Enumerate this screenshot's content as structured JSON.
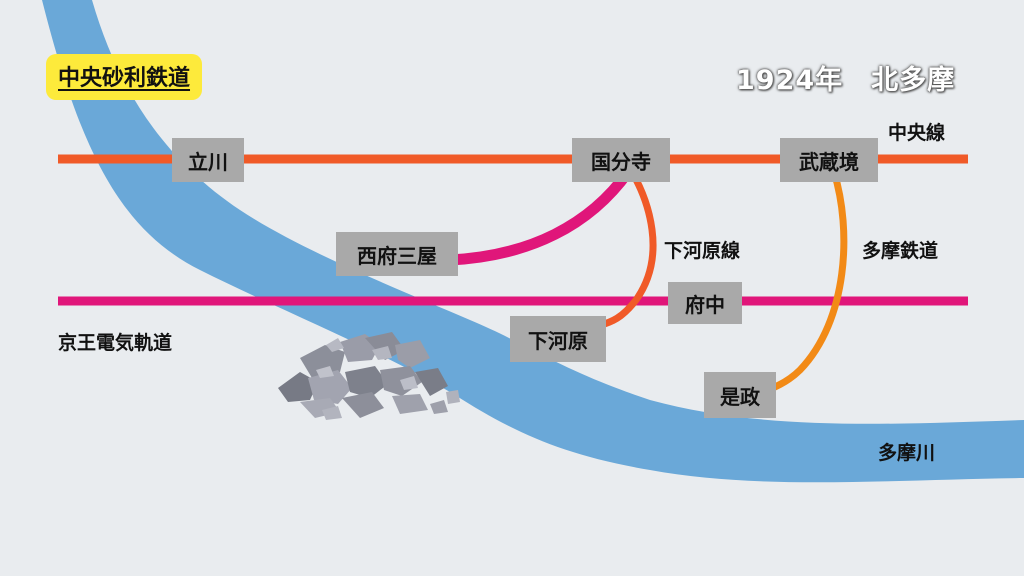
{
  "title": "中央砂利鉄道",
  "year_caption": "1924年　北多摩",
  "colors": {
    "background": "#e9ecef",
    "river": "#6aa8d8",
    "chuo_line": "#f05a28",
    "keio_line": "#e0167a",
    "shimogawara_line": "#f05a28",
    "tama_railway": "#f28a16",
    "seibu_branch": "#e0167a",
    "station_box": "#a9a9a9",
    "title_badge": "#fdea3b"
  },
  "lines": {
    "chuo": "中央線",
    "keio": "京王電気軌道",
    "shimogawara": "下河原線",
    "tama_railway": "多摩鉄道"
  },
  "river": {
    "name": "多摩川"
  },
  "stations": {
    "tachikawa": "立川",
    "kokubunji": "国分寺",
    "musashisakai": "武蔵境",
    "nishifuchu_mitsuya": "西府三屋",
    "fuchu": "府中",
    "shimogawara": "下河原",
    "koremasa": "是政"
  },
  "icons": {
    "gravel": "gravel-pile-icon"
  }
}
